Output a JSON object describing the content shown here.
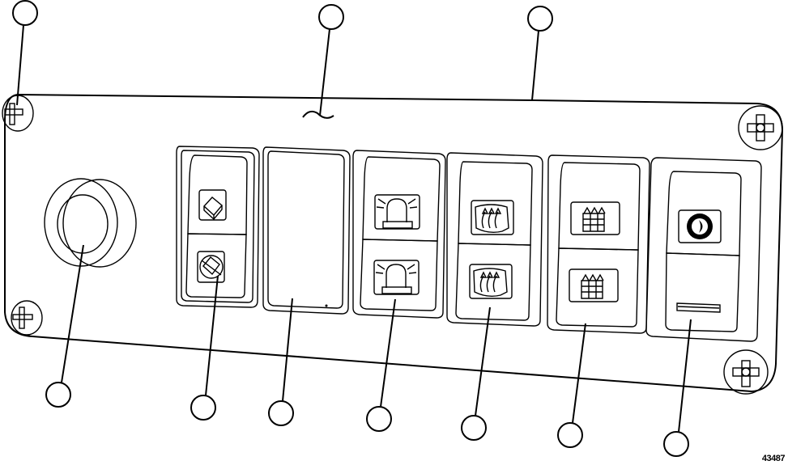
{
  "figure": {
    "number": "43487",
    "description": "Switch panel illustration with callout balloons",
    "colors": {
      "line": "#000000",
      "background": "#ffffff"
    }
  },
  "panel": {
    "screws": [
      {
        "id": "screw-top-left",
        "icon": "phillips-screw-icon"
      },
      {
        "id": "screw-top-right",
        "icon": "phillips-screw-icon"
      },
      {
        "id": "screw-bottom-left",
        "icon": "phillips-screw-icon"
      },
      {
        "id": "screw-bottom-right",
        "icon": "phillips-screw-icon"
      }
    ],
    "components": [
      {
        "id": "rotary-knob",
        "type": "knob"
      },
      {
        "id": "beacon-key-switch",
        "type": "rocker",
        "top_icon": "key-cube-icon",
        "bottom_icon": "key-cube-crossed-icon"
      },
      {
        "id": "blank-plug",
        "type": "blank"
      },
      {
        "id": "beacon-switch",
        "type": "rocker",
        "top_icon": "beacon-light-icon",
        "bottom_icon": "beacon-light-icon"
      },
      {
        "id": "rear-defrost-switch",
        "type": "rocker",
        "top_icon": "rear-window-heat-icon",
        "bottom_icon": "rear-window-heat-icon"
      },
      {
        "id": "window-heat-switch",
        "type": "rocker",
        "top_icon": "grid-heat-icon",
        "bottom_icon": "grid-heat-icon"
      },
      {
        "id": "dimmer-switch",
        "type": "rocker",
        "top_icon": "illumination-gear-moon-icon",
        "bottom_icon": "indicator-bar-icon"
      }
    ]
  },
  "callouts": [
    {
      "id": "callout-1",
      "label": "",
      "target": "screw-top-left"
    },
    {
      "id": "callout-2",
      "label": "",
      "target": "panel-cable"
    },
    {
      "id": "callout-3",
      "label": "",
      "target": "panel-plate"
    },
    {
      "id": "callout-4",
      "label": "",
      "target": "rotary-knob"
    },
    {
      "id": "callout-5",
      "label": "",
      "target": "beacon-key-switch"
    },
    {
      "id": "callout-6",
      "label": "",
      "target": "blank-plug"
    },
    {
      "id": "callout-7",
      "label": "",
      "target": "beacon-switch"
    },
    {
      "id": "callout-8",
      "label": "",
      "target": "rear-defrost-switch"
    },
    {
      "id": "callout-9",
      "label": "",
      "target": "window-heat-switch"
    },
    {
      "id": "callout-10",
      "label": "",
      "target": "dimmer-switch"
    }
  ]
}
